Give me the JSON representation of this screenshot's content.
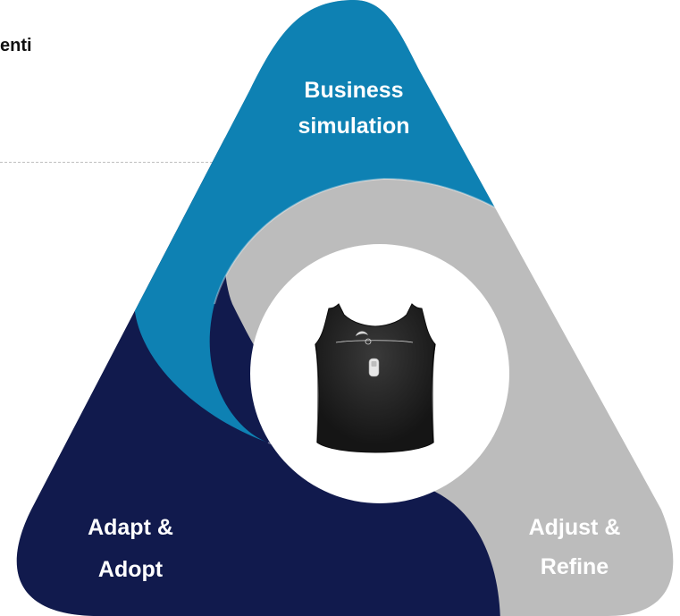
{
  "heading": "enti",
  "segments": [
    {
      "id": "business",
      "lines": [
        "Business",
        "simulation"
      ],
      "color": "#0e81b3",
      "text_color": "#ffffff"
    },
    {
      "id": "adjust",
      "lines": [
        "Adjust &",
        "Refine"
      ],
      "color": "#bcbcbc",
      "text_color": "#ffffff"
    },
    {
      "id": "adapt",
      "lines": [
        "Adapt &",
        "Adopt"
      ],
      "color": "#111a4d",
      "text_color": "#ffffff"
    }
  ],
  "center": {
    "image": "sleeveless-compression-vest",
    "circle_color": "#ffffff"
  }
}
